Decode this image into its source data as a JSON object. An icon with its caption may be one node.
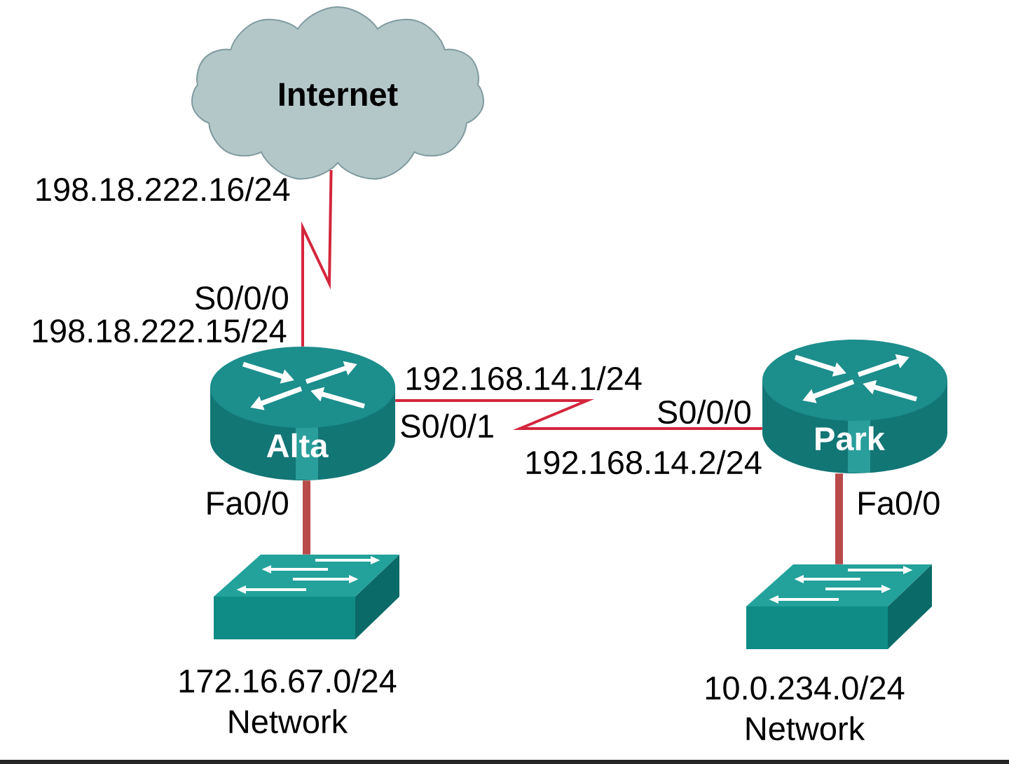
{
  "diagram": {
    "nodes": [
      {
        "text": [
          "Internet"
        ]
      },
      {
        "text": [
          "Alta"
        ]
      },
      {
        "text": [
          "Park"
        ]
      },
      {
        "text": [],
        "shape": "picture",
        "beside": [
          "172.16.67.0/24 Network"
        ]
      },
      {
        "text": [],
        "shape": "picture",
        "beside": [
          "10.0.234.0/24 Network"
        ]
      }
    ],
    "edges": [
      {
        "from": 1,
        "to": 0,
        "arrow": "none"
      },
      {
        "from": 1,
        "to": 2,
        "arrow": "none"
      },
      {
        "from": 1,
        "to": 3,
        "arrow": "none",
        "style": "thick",
        "color": "#b84a4a"
      },
      {
        "from": 2,
        "to": 4,
        "arrow": "none",
        "style": "thick",
        "color": "#b84a4a"
      }
    ],
    "labels": [
      "198.18.222.16/24",
      "S0/0/0",
      "198.18.222.15/24",
      "192.168.14.1/24",
      "S0/0/0",
      "S0/0/1",
      "192.168.14.2/24",
      "Fa0/0",
      "Fa0/0"
    ]
  }
}
